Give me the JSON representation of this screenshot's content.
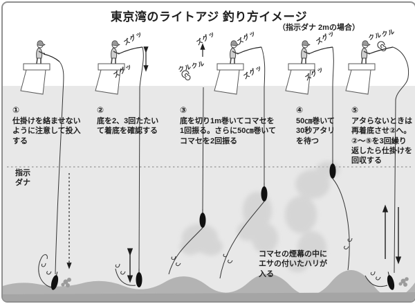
{
  "title": "東京湾のライトアジ 釣り方イメージ",
  "subtitle": "（指示ダナ 2mの場合）",
  "steps": [
    {
      "num": "①",
      "text": "仕掛けを絡ませない\nように注意して投入\nする"
    },
    {
      "num": "②",
      "text": "底を2、3回たたい\nて着底を確認する"
    },
    {
      "num": "③",
      "text": "底を切り1m巻いてコマセを\n1回振る。さらに50㎝巻いて\nコマセを2回振る"
    },
    {
      "num": "④",
      "text": "50㎝巻いて\n30秒アタリ\nを待つ"
    },
    {
      "num": "⑤",
      "text": "アタらないときは\n再着底させ②へ。\n②〜⑤を3回繰り\n返したら仕掛けを\n回収する"
    }
  ],
  "labels": {
    "tana": "指示\nダナ",
    "comase_note": "コマセの煙幕の中に\nエサの付いたハリが\n入る"
  },
  "sfx": {
    "shake": "ズグッ",
    "reel": "クルクル"
  },
  "colors": {
    "water": "#e8e8e8",
    "seabed": "#b3b3b3",
    "seabed_dark": "#a5a5a5",
    "cloud": "#c6c6c6",
    "ink": "#1e1e1e",
    "sinker": "#111111"
  }
}
